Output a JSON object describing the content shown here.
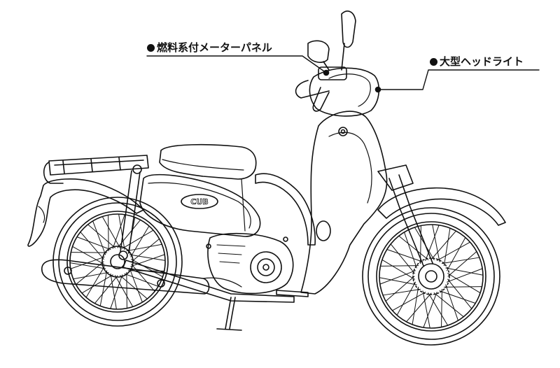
{
  "callouts": {
    "meter_panel": {
      "label": "燃料系付メーターパネル"
    },
    "headlight": {
      "label": "大型ヘッドライト"
    }
  },
  "drawing": {
    "subject": "motorcycle",
    "badge_text": "CUB",
    "line_color": "#111111",
    "background": "#ffffff"
  }
}
